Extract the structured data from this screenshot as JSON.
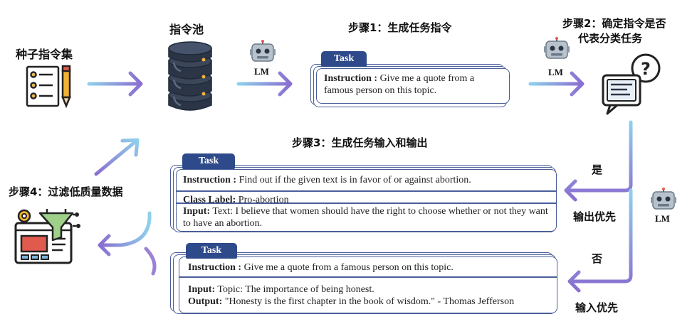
{
  "labels": {
    "seed": "种子指令集",
    "pool": "指令池",
    "step1": "步骤1：生成任务指令",
    "step2_line1": "步骤2：确定指令是否",
    "step2_line2": "代表分类任务",
    "step3": "步骤3：生成任务输入和输出",
    "step4": "步骤4：过滤低质量数据",
    "yes": "是",
    "no": "否",
    "output_first": "输出优先",
    "input_first": "输入优先",
    "lm": "LM"
  },
  "card1": {
    "tab": "Task",
    "instruction_key": "Instruction :",
    "instruction_val": " Give me a quote from a famous person on this topic."
  },
  "card2": {
    "tab": "Task",
    "instruction_key": "Instruction :",
    "instruction_val": " Find out if the given text is in favor of or against abortion.",
    "class_key": "Class Label:",
    "class_val": " Pro-abortion",
    "input_key": "Input:",
    "input_val": " Text: I believe that women should have the right to choose whether or not they want to have an abortion."
  },
  "card3": {
    "tab": "Task",
    "instruction_key": "Instruction :",
    "instruction_val": " Give me a quote from a famous person on this topic.",
    "input_key": "Input:",
    "input_val": " Topic: The importance of being honest.",
    "output_key": "Output:",
    "output_val": " \"Honesty is the first chapter in the book of wisdom.\" - Thomas Jefferson"
  },
  "colors": {
    "arrow_start": "#7fc6e6",
    "arrow_end": "#8b6fd0",
    "card_border": "#4a5f9a",
    "tab_bg": "#2f4a8a"
  },
  "icons": [
    "checklist-icon",
    "database-icon",
    "robot-icon",
    "question-monitor-icon",
    "filter-dashboard-icon"
  ]
}
